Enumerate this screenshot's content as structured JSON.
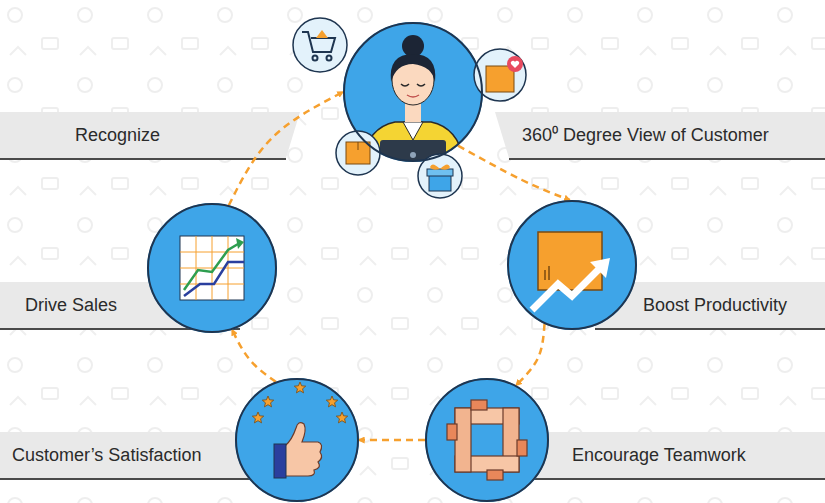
{
  "diagram": {
    "nodes": [
      {
        "text": [
          "Recognize",
          "360⁰ Degree View of Customer"
        ]
      },
      {
        "text": [
          "Drive Sales"
        ]
      },
      {
        "text": [
          "Boost Productivity"
        ]
      },
      {
        "text": [
          "Customer’s Satisfaction"
        ]
      },
      {
        "text": [
          "Encourage Teamwork"
        ]
      }
    ],
    "edges": [
      {
        "from": 0,
        "to": 2,
        "arrow": "to"
      },
      {
        "from": 2,
        "to": 4,
        "arrow": "to"
      },
      {
        "from": 4,
        "to": 3,
        "arrow": "to"
      },
      {
        "from": 3,
        "to": 1,
        "arrow": "to"
      },
      {
        "from": 1,
        "to": 0,
        "arrow": "to"
      }
    ]
  }
}
